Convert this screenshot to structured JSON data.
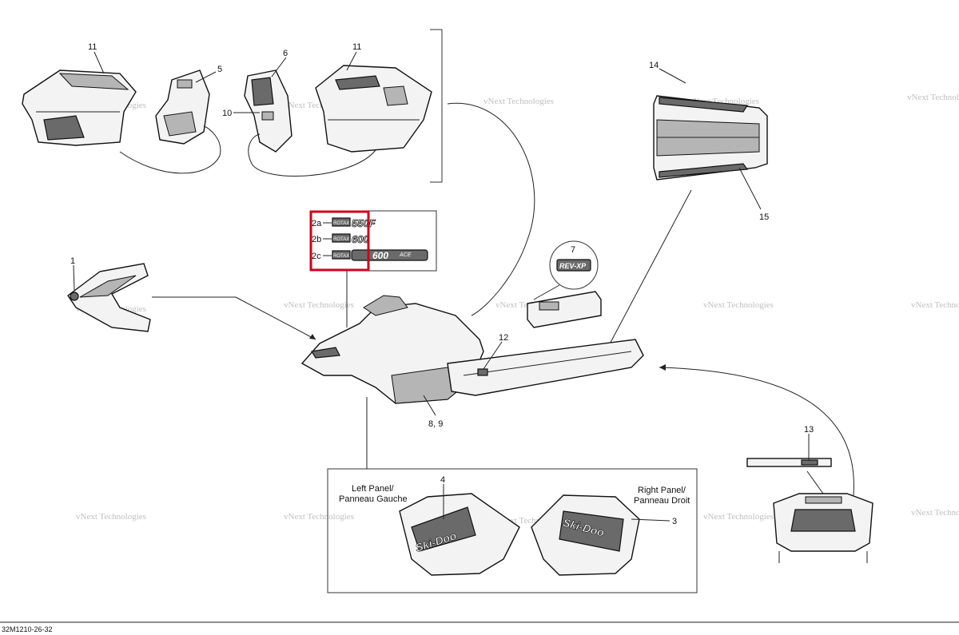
{
  "callouts": {
    "c1": "1",
    "c2a": "2a",
    "c2b": "2b",
    "c2c": "2c",
    "c3": "3",
    "c4": "4",
    "c5": "5",
    "c6": "6",
    "c7": "7",
    "c89": "8, 9",
    "c10": "10",
    "c11a": "11",
    "c11b": "11",
    "c12": "12",
    "c13": "13",
    "c14": "14",
    "c15": "15"
  },
  "decal_text": {
    "rotax_550f": "550F",
    "rotax_600": "600",
    "rotax_600ace": "600",
    "ace": "ACE",
    "rotax": "ROTAX",
    "rev_xp": "REV-XP",
    "skidoo": "Ski-Doo"
  },
  "panel_labels": {
    "left_line1": "Left Panel/",
    "left_line2": "Panneau Gauche",
    "right_line1": "Right Panel/",
    "right_line2": "Panneau Droit"
  },
  "watermark": {
    "text": "vNext Technologies",
    "logo_text": "vNext"
  },
  "footer": {
    "code": "32M1210-26-32"
  },
  "colors": {
    "highlight": "#d0021b",
    "watermark": "#bfbfbf"
  }
}
